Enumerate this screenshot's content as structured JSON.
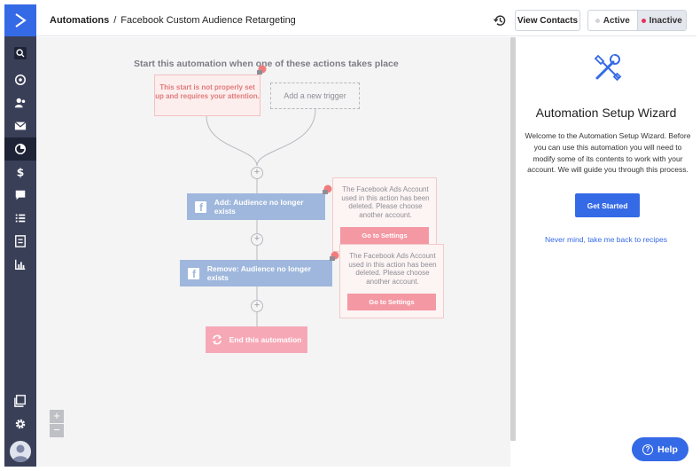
{
  "breadcrumb": {
    "root": "Automations",
    "separator": "/",
    "current": "Facebook Custom Audience Retargeting"
  },
  "header": {
    "view_contacts": "View Contacts",
    "status": {
      "active": "Active",
      "inactive": "Inactive",
      "selected": "Inactive",
      "active_color": "#cfd3db",
      "inactive_color": "#e5335b"
    }
  },
  "canvas": {
    "title": "Start this automation when one of these actions takes place",
    "start_warning": "This start is not properly set up and requires your attention.",
    "add_trigger": "Add a new trigger",
    "badge_count": "1",
    "actions": [
      {
        "label": "Add: Audience no longer exists",
        "warning": "The Facebook Ads Account used in this action has been deleted. Please choose another account.",
        "button": "Go to Settings"
      },
      {
        "label": "Remove: Audience no longer exists",
        "warning": "The Facebook Ads Account used in this action has been deleted. Please choose another account.",
        "button": "Go to Settings"
      }
    ],
    "end": "End this automation",
    "zoom_in": "+",
    "zoom_out": "−"
  },
  "wizard": {
    "title": "Automation Setup Wizard",
    "body": "Welcome to the Automation Setup Wizard. Before you can use this automation you will need to modify some of its contents to work with your account. We will guide you through this process.",
    "get_started": "Get Started",
    "never_mind": "Never mind, take me back to recipes"
  },
  "help": {
    "label": "Help"
  },
  "sidebar": {
    "items": [
      "search-icon",
      "contacts-icon",
      "campaigns-icon",
      "automations-icon",
      "deals-icon",
      "conversations-icon",
      "lists-icon",
      "forms-icon",
      "reports-icon"
    ]
  },
  "colors": {
    "brand": "#356ae6",
    "sidebar": "#3a3f58",
    "action": "#9fb7dc",
    "end": "#f7a8b6",
    "warning_button": "#f498a3"
  }
}
